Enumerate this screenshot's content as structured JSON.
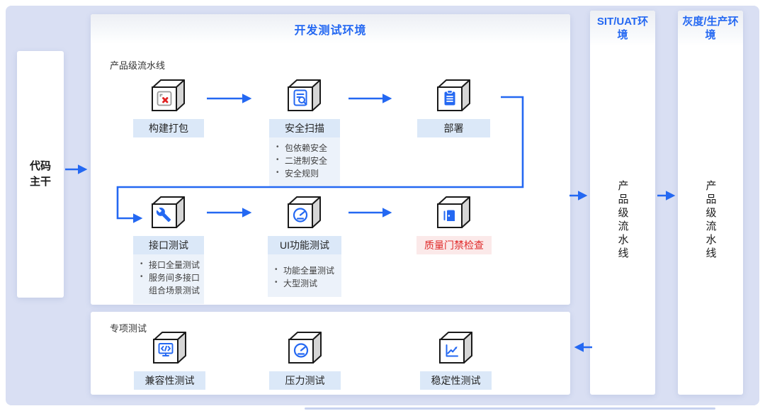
{
  "colors": {
    "accent": "#2468F2",
    "canvas_bg": "#d9dff3",
    "label_bg": "#dbe8f8",
    "detail_bg": "#ecf2fa",
    "danger_text": "#e02b2b",
    "danger_bg": "#fbe9e9",
    "cube_outline": "#1a1a1a"
  },
  "trunk": {
    "label": "代码主干"
  },
  "dev_env": {
    "title": "开发测试环境",
    "pipeline_label": "产品级流水线",
    "row1": [
      {
        "label": "构建打包",
        "icon": "build-package-icon",
        "details": []
      },
      {
        "label": "安全扫描",
        "icon": "security-scan-icon",
        "details": [
          "包依赖安全",
          "二进制安全",
          "安全规则"
        ]
      },
      {
        "label": "部署",
        "icon": "deploy-icon",
        "details": []
      }
    ],
    "row2": [
      {
        "label": "接口测试",
        "icon": "api-test-icon",
        "details": [
          "接口全量测试",
          "服务间多接口组合场景测试"
        ]
      },
      {
        "label": "UI功能测试",
        "icon": "ui-test-icon",
        "details": [
          "功能全量测试",
          "大型测试"
        ]
      },
      {
        "label": "质量门禁检查",
        "icon": "quality-gate-icon",
        "danger": true,
        "details": []
      }
    ]
  },
  "special_tests": {
    "title": "专项测试",
    "items": [
      {
        "label": "兼容性测试",
        "icon": "compatibility-test-icon"
      },
      {
        "label": "压力测试",
        "icon": "stress-test-icon"
      },
      {
        "label": "稳定性测试",
        "icon": "stability-test-icon"
      }
    ]
  },
  "sit_uat": {
    "title": "SIT/UAT环境",
    "pipeline_label": "产品级流水线"
  },
  "gray_prod": {
    "title": "灰度/生产环境",
    "pipeline_label": "产品级流水线"
  }
}
